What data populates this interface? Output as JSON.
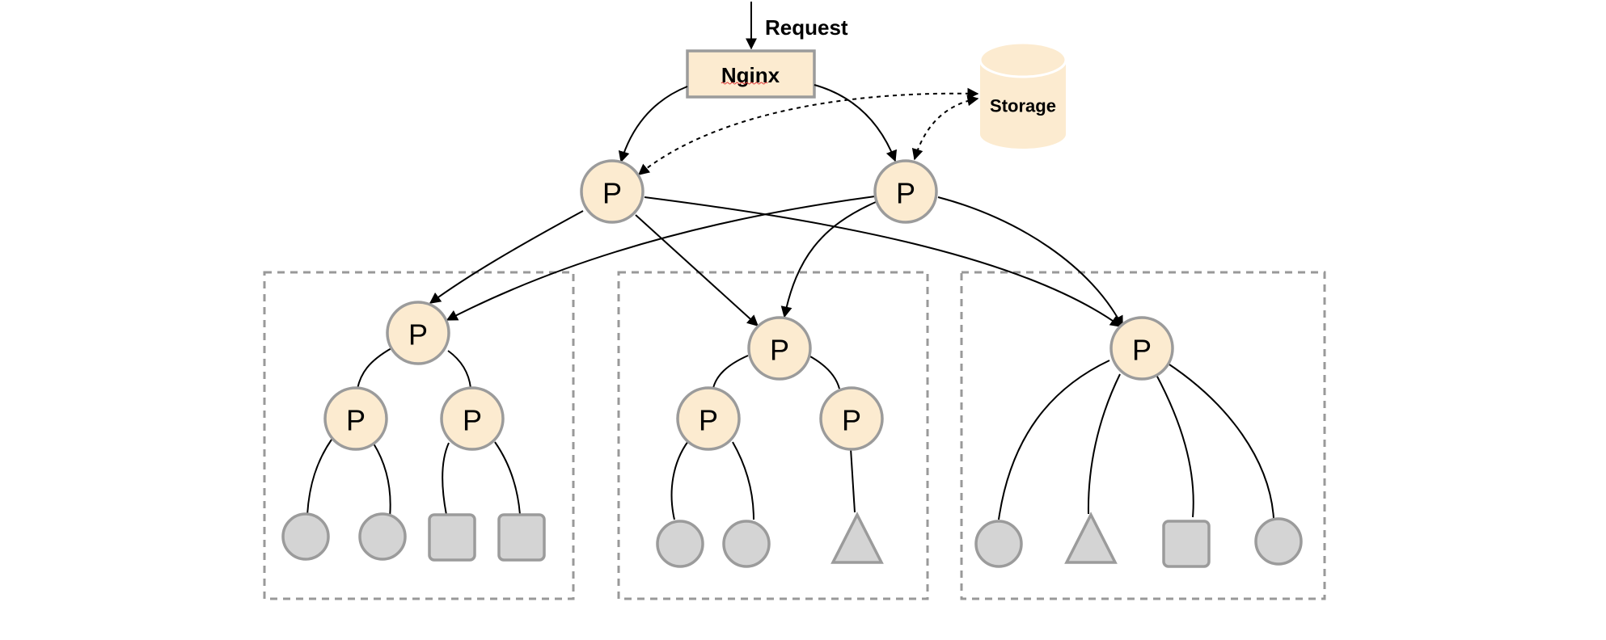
{
  "request": {
    "label": "Request"
  },
  "nginx": {
    "label": "Nginx"
  },
  "storage": {
    "label": "Storage"
  },
  "node_label": "P",
  "colors": {
    "node_fill": "#fcebd0",
    "node_stroke": "#9b9b9b",
    "leaf_fill": "#d4d4d4",
    "group_border": "#999999"
  }
}
